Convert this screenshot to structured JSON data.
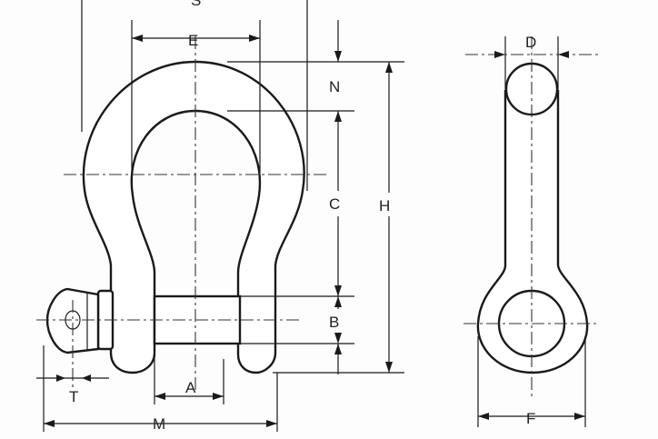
{
  "figure": {
    "description_labels": {
      "S": "S",
      "E": "E",
      "N": "N",
      "C": "C",
      "H": "H",
      "B": "B",
      "A": "A",
      "M": "M",
      "T": "T",
      "D": "D",
      "F": "F"
    }
  },
  "colors": {
    "line": "#1a1a1a",
    "background": "#fdfdfd"
  }
}
